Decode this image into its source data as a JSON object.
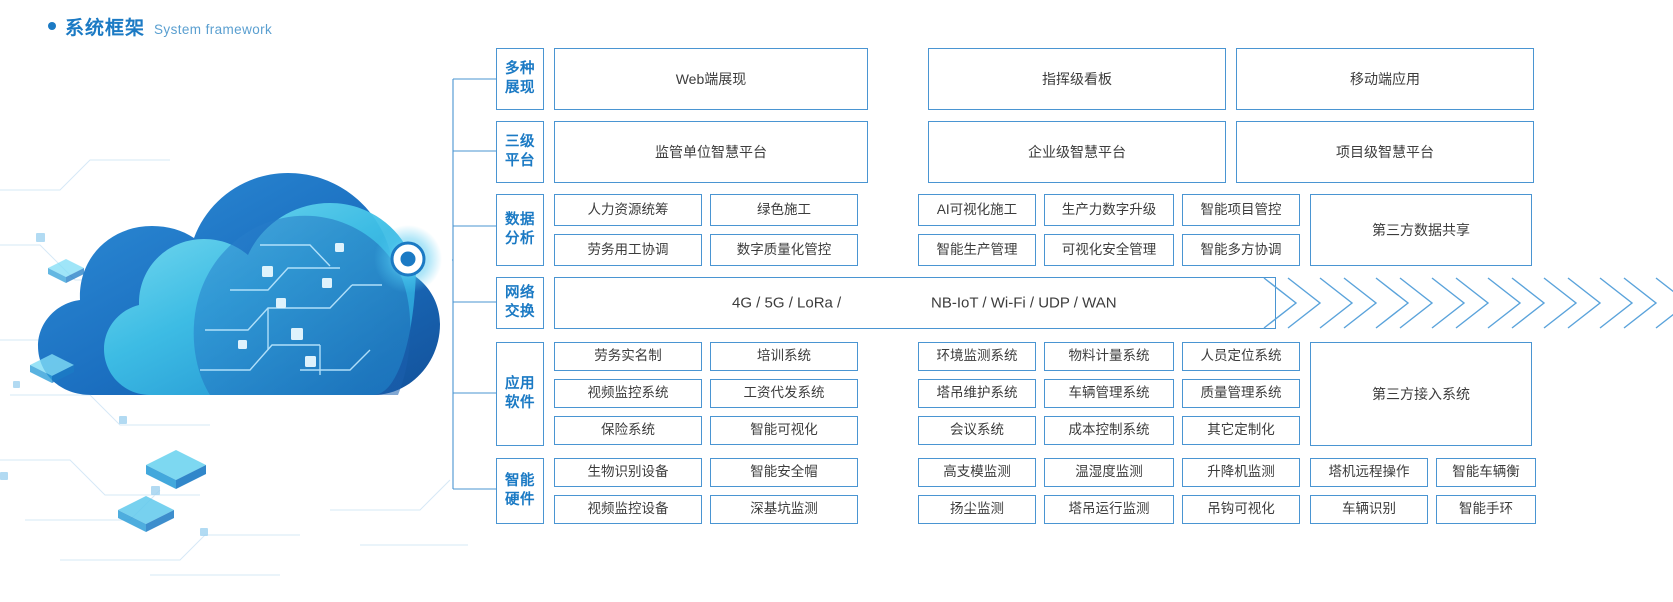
{
  "header": {
    "dot": "bullet-dot",
    "title_cn": "系统框架",
    "title_en": "System framework",
    "accent": "#1b7ac4"
  },
  "artwork": {
    "name": "cloud-network-illustration",
    "description": "blue cloud with circuit lines and a glowing node"
  },
  "colors": {
    "border": "#4a95d2",
    "label_text": "#1b7ac4",
    "body_text": "#3c3c3c",
    "cloud_dark": "#1565b0",
    "cloud_light": "#4fc3e8",
    "background": "#ffffff"
  },
  "rows": [
    {
      "label_lines": [
        "多种",
        "展现"
      ],
      "key": "presentation",
      "left_boxes": [
        "Web端展现"
      ],
      "right_boxes": [
        "指挥级看板",
        "移动端应用"
      ]
    },
    {
      "label_lines": [
        "三级",
        "平台"
      ],
      "key": "platform",
      "left_boxes": [
        "监管单位智慧平台"
      ],
      "right_boxes": [
        "企业级智慧平台",
        "项目级智慧平台"
      ]
    },
    {
      "label_lines": [
        "数据",
        "分析"
      ],
      "key": "data-analysis",
      "left_grid": [
        [
          "人力资源统筹",
          "绿色施工"
        ],
        [
          "劳务用工协调",
          "数字质量化管控"
        ]
      ],
      "right_grid": [
        [
          "AI可视化施工",
          "生产力数字升级",
          "智能项目管控"
        ],
        [
          "智能生产管理",
          "可视化安全管理",
          "智能多方协调"
        ]
      ],
      "side_panel": "第三方数据共享"
    },
    {
      "label_lines": [
        "网络",
        "交换"
      ],
      "key": "network-exchange",
      "text_left": "4G / 5G / LoRa /",
      "text_right": "NB-IoT / Wi-Fi / UDP / WAN",
      "chevron_count": 7
    },
    {
      "label_lines": [
        "应用",
        "软件"
      ],
      "key": "application-software",
      "left_grid": [
        [
          "劳务实名制",
          "培训系统"
        ],
        [
          "视频监控系统",
          "工资代发系统"
        ],
        [
          "保险系统",
          "智能可视化"
        ]
      ],
      "right_grid": [
        [
          "环境监测系统",
          "物料计量系统",
          "人员定位系统"
        ],
        [
          "塔吊维护系统",
          "车辆管理系统",
          "质量管理系统"
        ],
        [
          "会议系统",
          "成本控制系统",
          "其它定制化"
        ]
      ],
      "side_panel": "第三方接入系统"
    },
    {
      "label_lines": [
        "智能",
        "硬件"
      ],
      "key": "smart-hardware",
      "left_grid": [
        [
          "生物识别设备",
          "智能安全帽"
        ],
        [
          "视频监控设备",
          "深基坑监测"
        ]
      ],
      "right_grid": [
        [
          "高支模监测",
          "温湿度监测",
          "升降机监测"
        ],
        [
          "扬尘监测",
          "塔吊运行监测",
          "吊钩可视化"
        ]
      ],
      "far_grid": [
        [
          "塔机远程操作",
          "智能车辆衡"
        ],
        [
          "车辆识别",
          "智能手环"
        ]
      ]
    }
  ]
}
